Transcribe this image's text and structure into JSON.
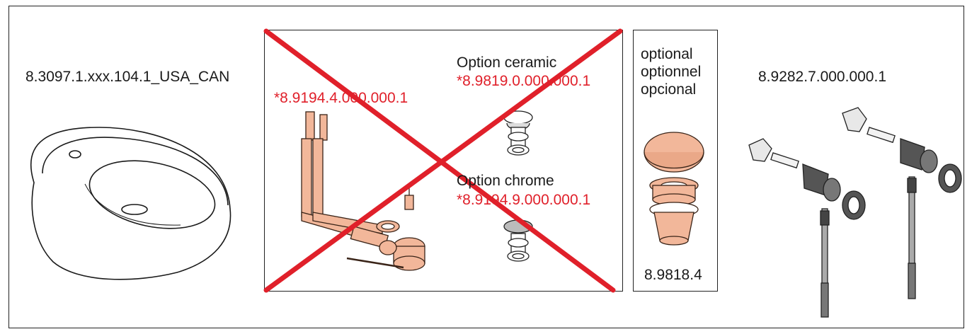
{
  "basin": {
    "part_number": "8.3097.1.xxx.104.1_USA_CAN"
  },
  "crossed_section": {
    "drain_part_number": "*8.9194.4.000.000.1",
    "option_ceramic_label": "Option ceramic",
    "option_ceramic_part": "*8.9819.0.000.000.1",
    "option_chrome_label": "Option chrome",
    "option_chrome_part": "*8.9194.9.000.000.1"
  },
  "optional_box": {
    "line1": "optional",
    "line2": "optionnel",
    "line3": "opcional",
    "part_number": "8.9818.4"
  },
  "fixing_kit": {
    "part_number": "8.9282.7.000.000.1"
  },
  "colors": {
    "accent_red": "#e0202a",
    "copper": "#f2b79a",
    "line": "#222222"
  }
}
